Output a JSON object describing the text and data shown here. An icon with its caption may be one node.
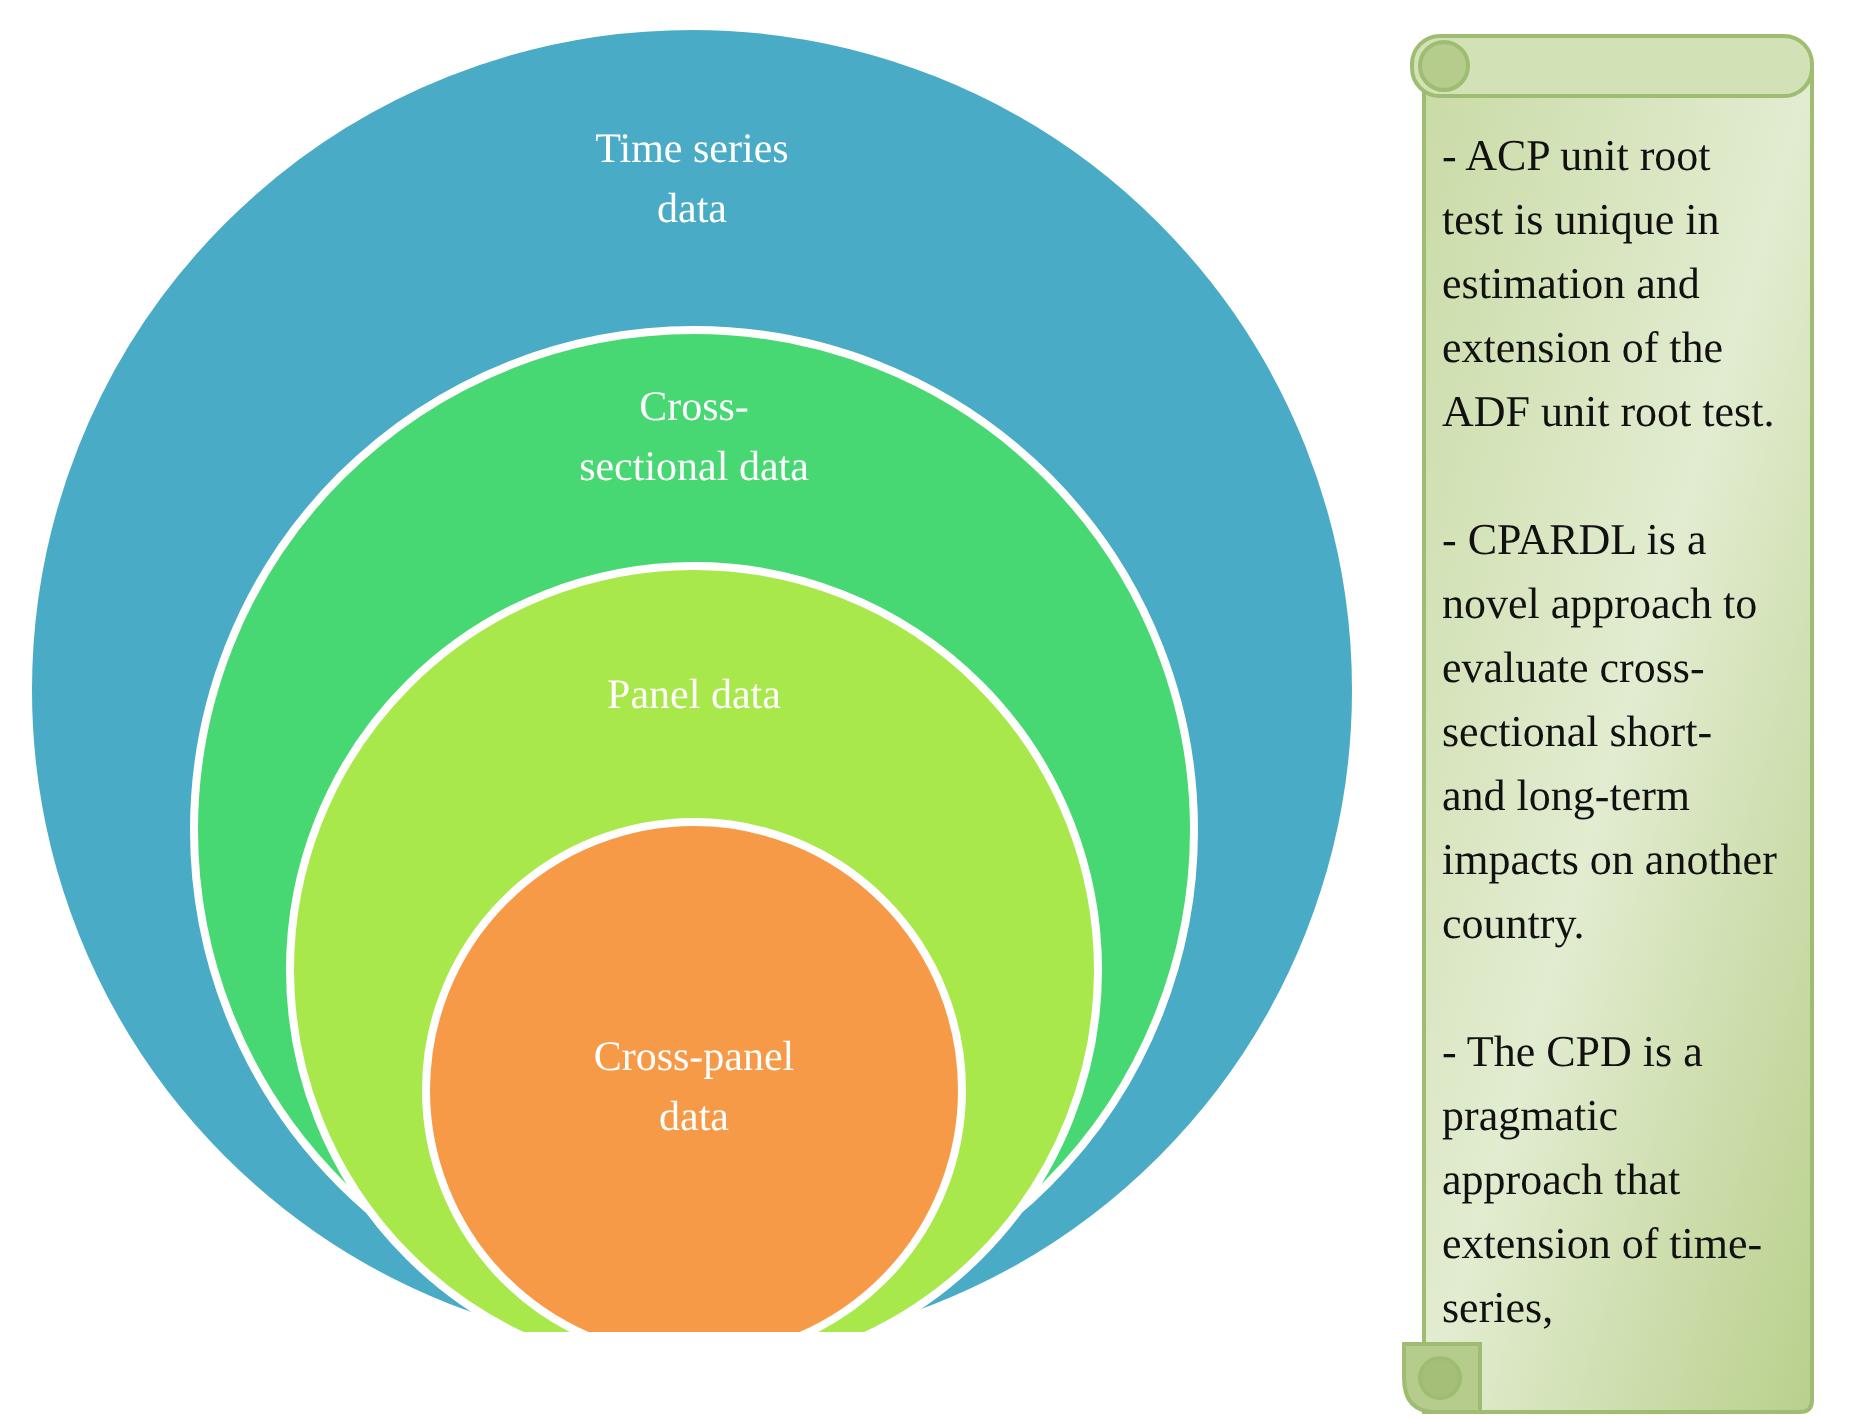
{
  "diagram": {
    "nodes": [
      {
        "text": [
          "Time series data"
        ]
      },
      {
        "text": [
          "Cross-sectional data"
        ],
        "in": 0
      },
      {
        "text": [
          "Panel data"
        ],
        "in": 1
      },
      {
        "text": [
          "Cross-panel data"
        ],
        "in": 2
      },
      {
        "text": [
          "- ACP unit root test is unique in estimation and extension of the ADF unit root test.",
          "- CPARDL is a novel approach to evaluate cross-sectional short- and long-term impacts on another country.",
          "- The CPD is a pragmatic approach that extension of time-series,"
        ]
      }
    ],
    "edges": []
  }
}
